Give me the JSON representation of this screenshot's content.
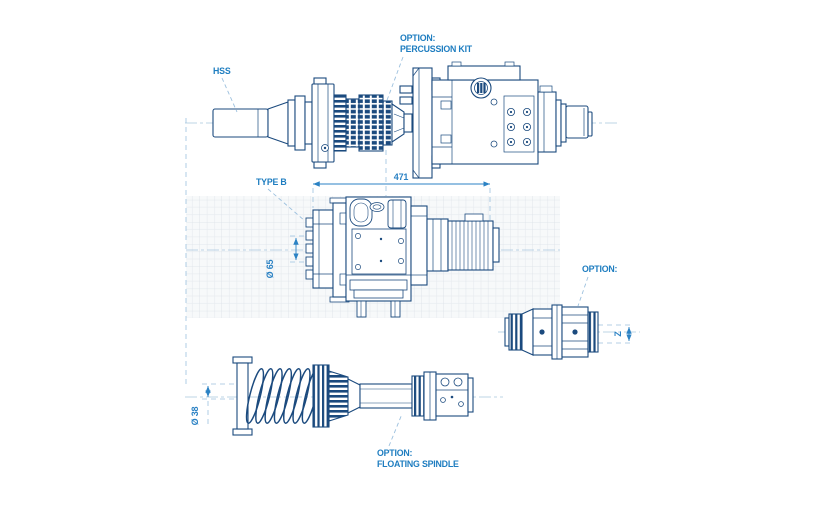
{
  "drawing": {
    "title_context": "technical drawing of machining unit with options",
    "labels": {
      "hss": "HSS",
      "percussion": {
        "line1": "OPTION:",
        "line2": "PERCUSSION KIT"
      },
      "type_b": "TYPE B",
      "option_right": "OPTION:",
      "floating": {
        "line1": "OPTION:",
        "line2": "FLOATING SPINDLE"
      }
    },
    "dimensions": {
      "overall_length": "471",
      "nose_diameter": "Ø 65",
      "spindle_diameter": "Ø 38",
      "z_stroke": "Z"
    },
    "colors": {
      "line_navy": "#1b4a7e",
      "label_blue": "#1e7dc0",
      "dim_blue": "#2b82c4",
      "dash_blue": "#9cc0de",
      "grid_band": "#f7f9fa",
      "grid_minor": "#e9edf1",
      "grid_major": "#dbe1e8"
    }
  }
}
